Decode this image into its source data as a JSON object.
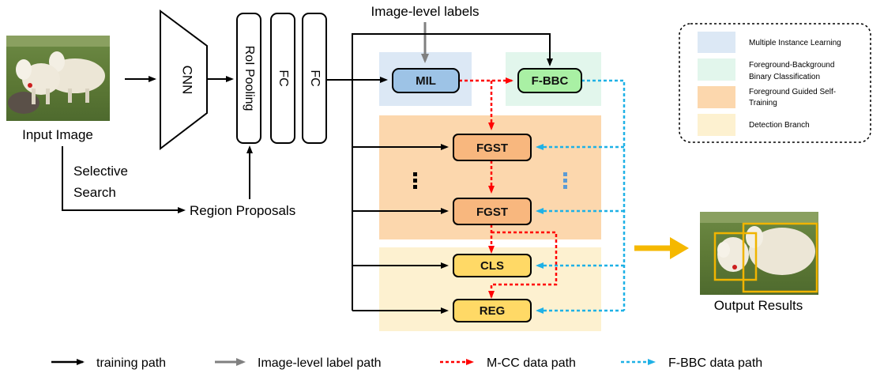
{
  "input": {
    "caption": "Input Image",
    "selective_search": [
      "Selective",
      "Search"
    ]
  },
  "output": {
    "caption": "Output Results"
  },
  "backbone": {
    "cnn": "CNN",
    "roi": "RoI Pooling",
    "fc1": "FC",
    "fc2": "FC"
  },
  "proposals": "Region Proposals",
  "image_level_labels": "Image-level labels",
  "nodes": {
    "mil": "MIL",
    "fbbc": "F-BBC",
    "fgst1": "FGST",
    "fgst2": "FGST",
    "cls": "CLS",
    "reg": "REG"
  },
  "region_legend": [
    {
      "label": "Multiple Instance Learning",
      "color": "#dce8f5"
    },
    {
      "label_lines": [
        "Foreground-Background",
        "Binary Classification"
      ],
      "color": "#e2f6ec"
    },
    {
      "label_lines": [
        "Foreground Guided Self-",
        "Training"
      ],
      "color": "#fcd7ad"
    },
    {
      "label": "Detection Branch",
      "color": "#fdf1d0"
    }
  ],
  "path_legend": {
    "training": "training path",
    "image_label": "Image-level label path",
    "mcc": "M-CC data path",
    "fbbc": "F-BBC data path"
  },
  "colors": {
    "mil_fill": "#9dc3e6",
    "fbbc_fill": "#a9f0a4",
    "fgst_fill": "#f8b77e",
    "det_fill": "#ffd966",
    "mcc_arrow": "#ff0000",
    "fbbc_arrow": "#1fb1e6",
    "label_arrow": "#808080",
    "output_arrow": "#f5b800",
    "box_outline": "#f0b400"
  }
}
